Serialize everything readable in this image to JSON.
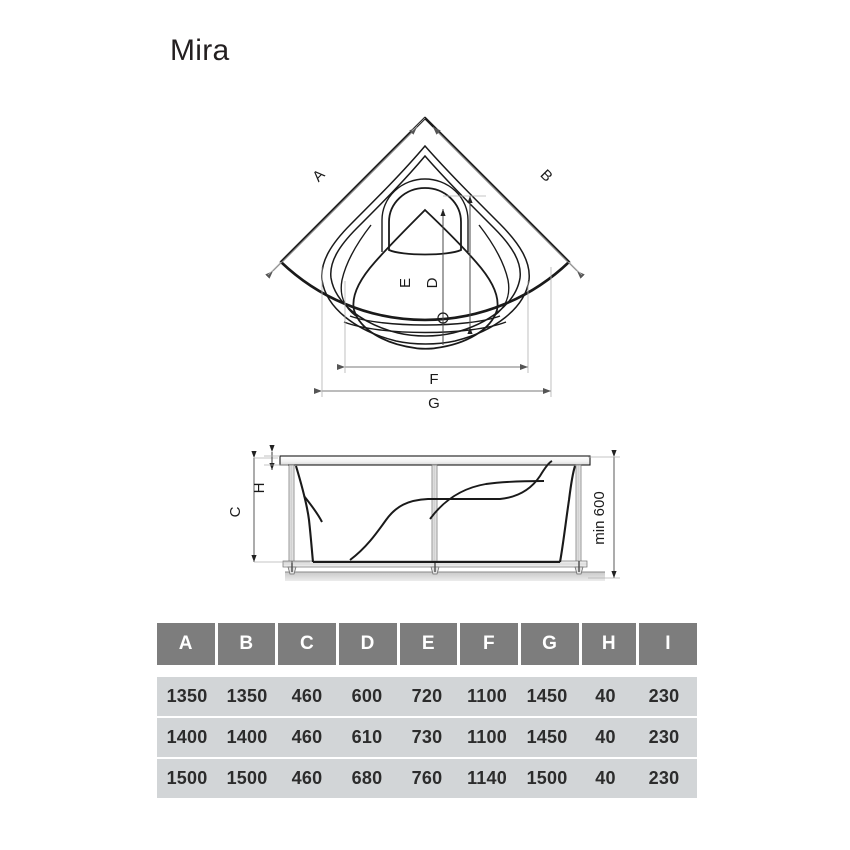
{
  "title": "Mira",
  "plan_view": {
    "name": "corner-bathtub-plan-view",
    "dimension_labels": {
      "a": "A",
      "b": "B",
      "d": "D",
      "e": "E",
      "f": "F",
      "g": "G"
    }
  },
  "elevation_view": {
    "name": "bathtub-side-elevation",
    "dimension_labels": {
      "c": "C",
      "h": "H",
      "min_height": "min 600"
    }
  },
  "table": {
    "headers": [
      "A",
      "B",
      "C",
      "D",
      "E",
      "F",
      "G",
      "H",
      "I"
    ],
    "rows": [
      [
        "1350",
        "1350",
        "460",
        "600",
        "720",
        "1100",
        "1450",
        "40",
        "230"
      ],
      [
        "1400",
        "1400",
        "460",
        "610",
        "730",
        "1100",
        "1450",
        "40",
        "230"
      ],
      [
        "1500",
        "1500",
        "460",
        "680",
        "760",
        "1140",
        "1500",
        "40",
        "230"
      ]
    ]
  },
  "colors": {
    "header_bg": "#7d7d7d",
    "row_bg": "#d2d5d7",
    "line": "#1a1a1a",
    "dimension_line": "#808080"
  }
}
